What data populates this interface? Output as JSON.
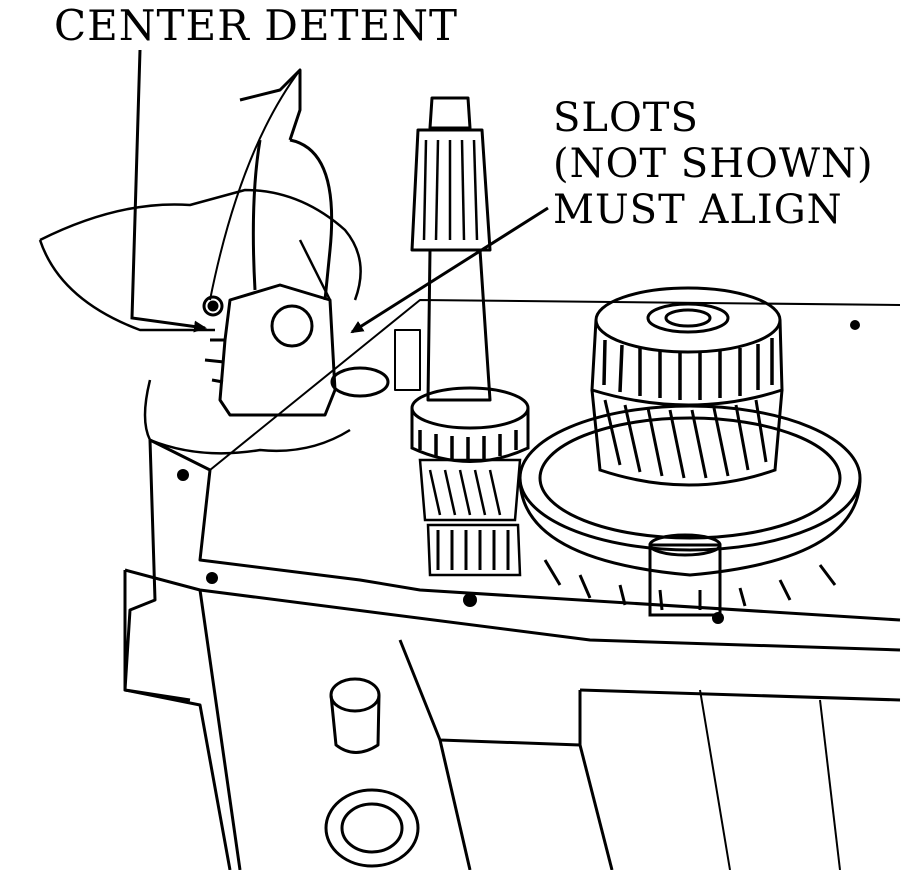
{
  "labels": {
    "center_detent": "CENTER DETENT",
    "slots_line1": "SLOTS",
    "slots_line2": "(NOT SHOWN)",
    "slots_line3": "MUST ALIGN"
  },
  "colors": {
    "ink": "#000000",
    "paper": "#ffffff"
  }
}
